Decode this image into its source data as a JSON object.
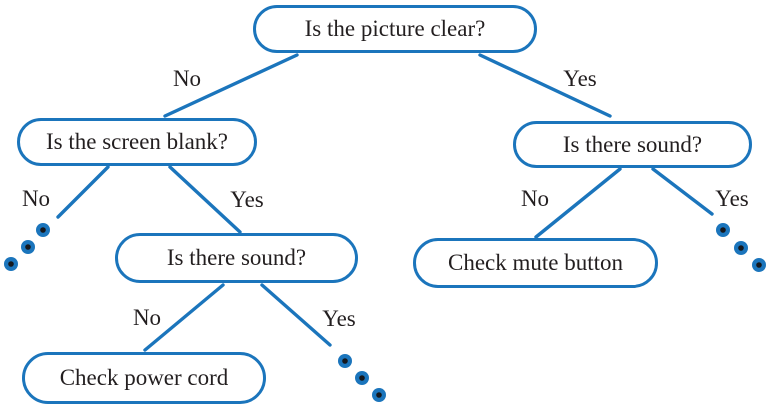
{
  "diagram": {
    "type": "decision-tree",
    "nodes": {
      "root": "Is the picture clear?",
      "screen_blank": "Is the screen blank?",
      "sound_right": "Is there sound?",
      "sound_mid": "Is there sound?",
      "check_mute": "Check mute button",
      "check_power": "Check power cord"
    },
    "edge_labels": {
      "root_no": "No",
      "root_yes": "Yes",
      "blank_no": "No",
      "blank_yes": "Yes",
      "mid_no": "No",
      "mid_yes": "Yes",
      "right_no": "No",
      "right_yes": "Yes"
    },
    "colors": {
      "line": "#1b75bc",
      "text": "#231f20",
      "dot_center": "#15181d",
      "background": "#ffffff"
    }
  }
}
